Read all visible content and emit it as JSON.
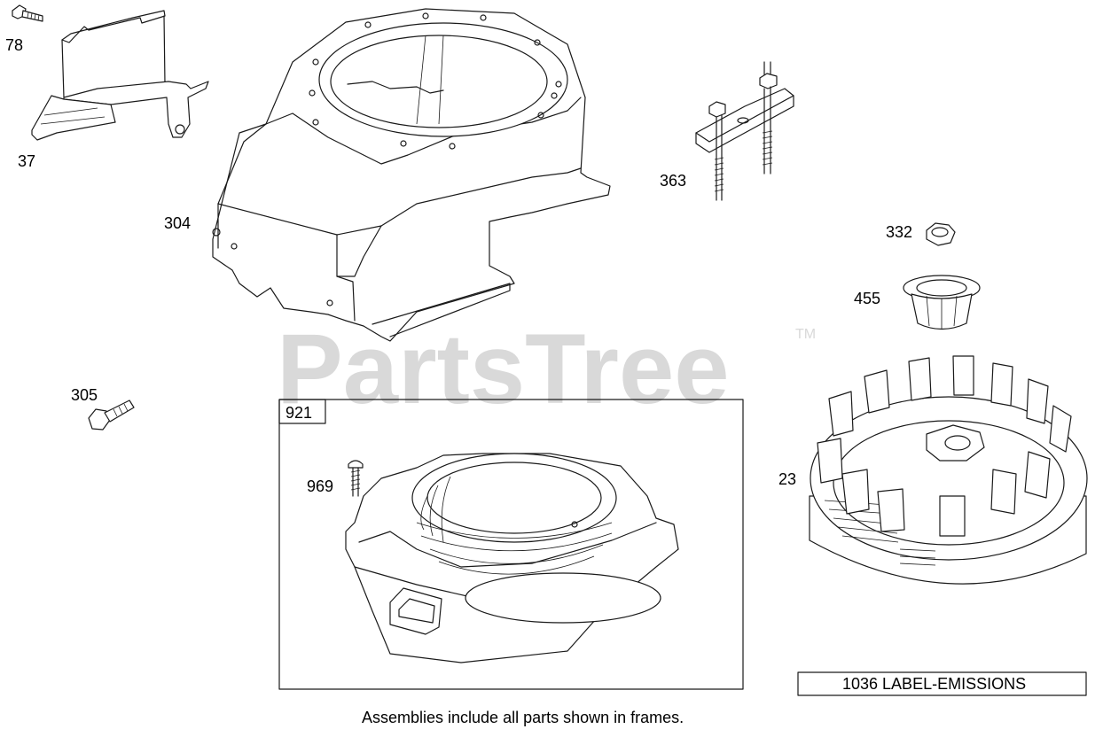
{
  "watermark": {
    "brand": "PartsTree",
    "trademark": "TM",
    "color": "#d9d9d9"
  },
  "callouts": {
    "p78": "78",
    "p37": "37",
    "p304": "304",
    "p363": "363",
    "p332": "332",
    "p455": "455",
    "p305": "305",
    "p23": "23",
    "p969": "969"
  },
  "frame": {
    "label": "921"
  },
  "emission_label": {
    "text": "1036 LABEL-EMISSIONS"
  },
  "footer": {
    "note": "Assemblies include all parts shown in frames."
  }
}
